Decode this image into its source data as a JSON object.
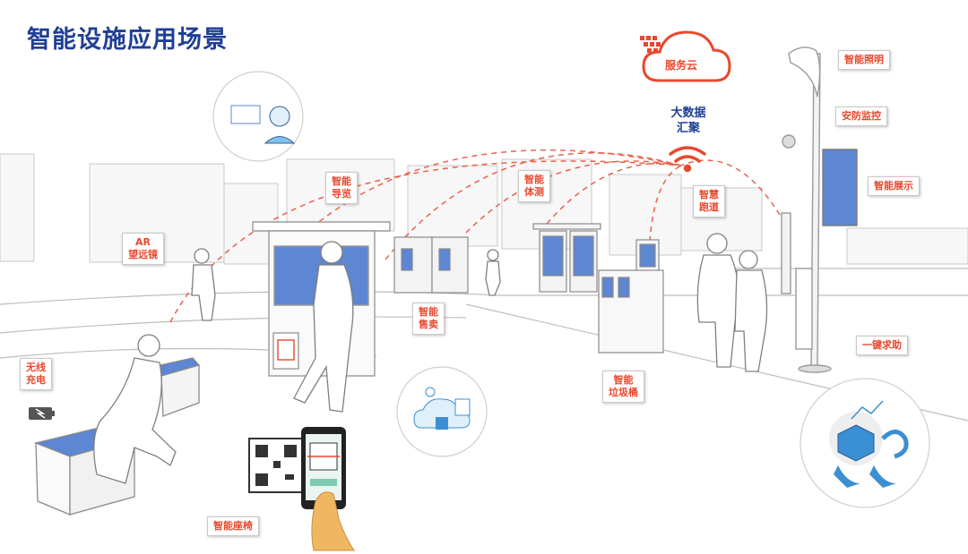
{
  "title": "智能设施应用场景",
  "cloud": {
    "label": "服务云"
  },
  "data_hub": {
    "line1": "大数据",
    "line2": "汇聚"
  },
  "tags": {
    "ar_line1": "AR",
    "ar_line2": "望远镜",
    "guide_line1": "智能",
    "guide_line2": "导览",
    "fitness_line1": "智能",
    "fitness_line2": "体测",
    "vending_line1": "智能",
    "vending_line2": "售卖",
    "trail_line1": "智慧",
    "trail_line2": "跑道",
    "wireless_line1": "无线",
    "wireless_line2": "充电",
    "trash_line1": "智能",
    "trash_line2": "垃圾桶",
    "seat": "智能座椅",
    "lighting": "智能照明",
    "security": "安防监控",
    "display": "智能展示",
    "sos": "一键求助"
  },
  "colors": {
    "title": "#1f3f95",
    "tag_text": "#e8482d",
    "accent_blue": "#5d86d3",
    "arc": "#e8482d"
  }
}
